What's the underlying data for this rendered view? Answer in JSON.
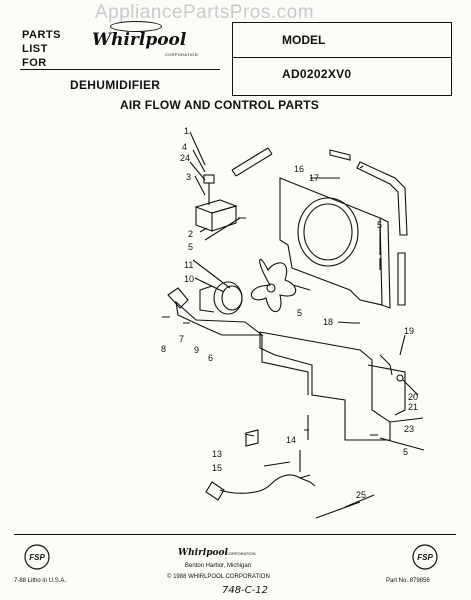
{
  "watermark": "AppliancePartsPros.com",
  "header": {
    "parts_line1": "PARTS",
    "parts_line2": "LIST",
    "parts_line3": "FOR",
    "brand": "Whirlpool",
    "brand_corp": "CORPORATION",
    "product": "DEHUMIDIFIER"
  },
  "model_box": {
    "label": "MODEL",
    "value": "AD0202XV0"
  },
  "section_title": "AIR FLOW AND CONTROL PARTS",
  "callouts": [
    "1",
    "4",
    "24",
    "3",
    "2",
    "5",
    "11",
    "10",
    "8",
    "7",
    "9",
    "6",
    "16",
    "17",
    "5",
    "5",
    "18",
    "19",
    "20",
    "21",
    "23",
    "5",
    "13",
    "14",
    "15",
    "25"
  ],
  "footer": {
    "fsp_left": "FSP",
    "fsp_right": "FSP",
    "corp_name": "Whirlpool",
    "corp_sub": "CORPORATION",
    "address": "Benton Harbor, Michigan",
    "copyright": "© 1988 WHIRLPOOL CORPORATION",
    "left_note": "7-88 Litho in U.S.A.",
    "right_note": "Part No. 879856",
    "handwritten": "748-C-12"
  }
}
